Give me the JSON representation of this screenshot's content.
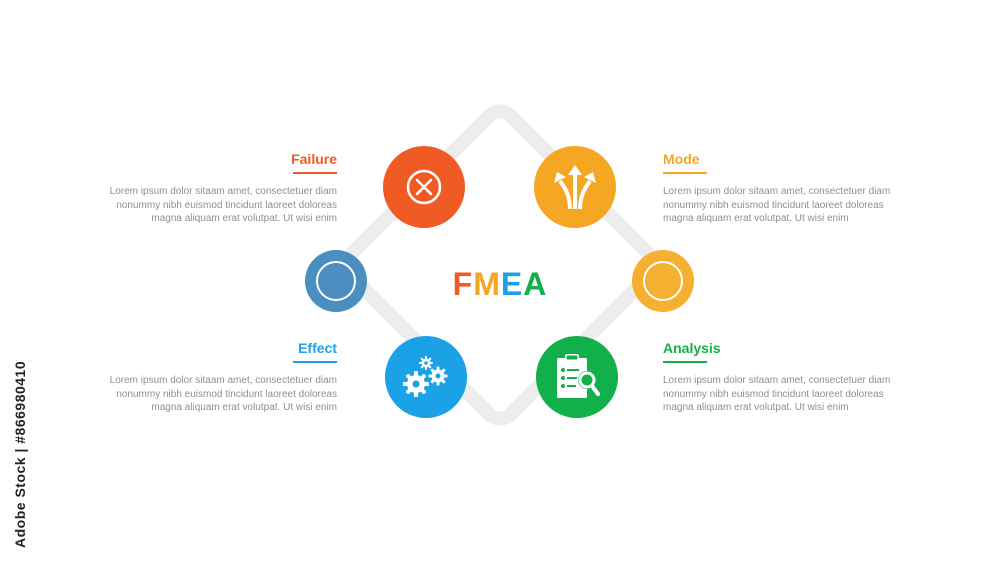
{
  "center_title": {
    "letters": [
      "F",
      "M",
      "E",
      "A"
    ],
    "colors": [
      "#f05a24",
      "#f5a623",
      "#1ba1e6",
      "#12b04a"
    ]
  },
  "colors": {
    "failure": "#f05a24",
    "mode": "#f5a623",
    "effect": "#1ba1e6",
    "analysis": "#12b04a",
    "left_circle": "#4a8fc0",
    "right_circle": "#f5b032",
    "diamond": "#ededed"
  },
  "items": {
    "failure": {
      "title": "Failure",
      "desc": "Lorem ipsum dolor sitaam amet, consectetuer diam nonummy  nibh euismod tincidunt laoreet doloreas magna aliquam erat volutpat. Ut wisi enim",
      "icon": "x-circle-icon"
    },
    "mode": {
      "title": "Mode",
      "desc": "Lorem ipsum dolor sitaam amet, consectetuer diam nonummy  nibh euismod tincidunt laoreet doloreas magna aliquam erat volutpat. Ut wisi enim",
      "icon": "diverging-arrows-icon"
    },
    "effect": {
      "title": "Effect",
      "desc": "Lorem ipsum dolor sitaam amet, consectetuer diam nonummy  nibh euismod tincidunt laoreet doloreas magna aliquam erat volutpat. Ut wisi enim",
      "icon": "gears-icon"
    },
    "analysis": {
      "title": "Analysis",
      "desc": "Lorem ipsum dolor sitaam amet, consectetuer diam nonummy  nibh euismod tincidunt laoreet doloreas magna aliquam erat volutpat. Ut wisi enim",
      "icon": "clipboard-search-icon"
    }
  },
  "side_credit": "Adobe Stock | #866980410"
}
